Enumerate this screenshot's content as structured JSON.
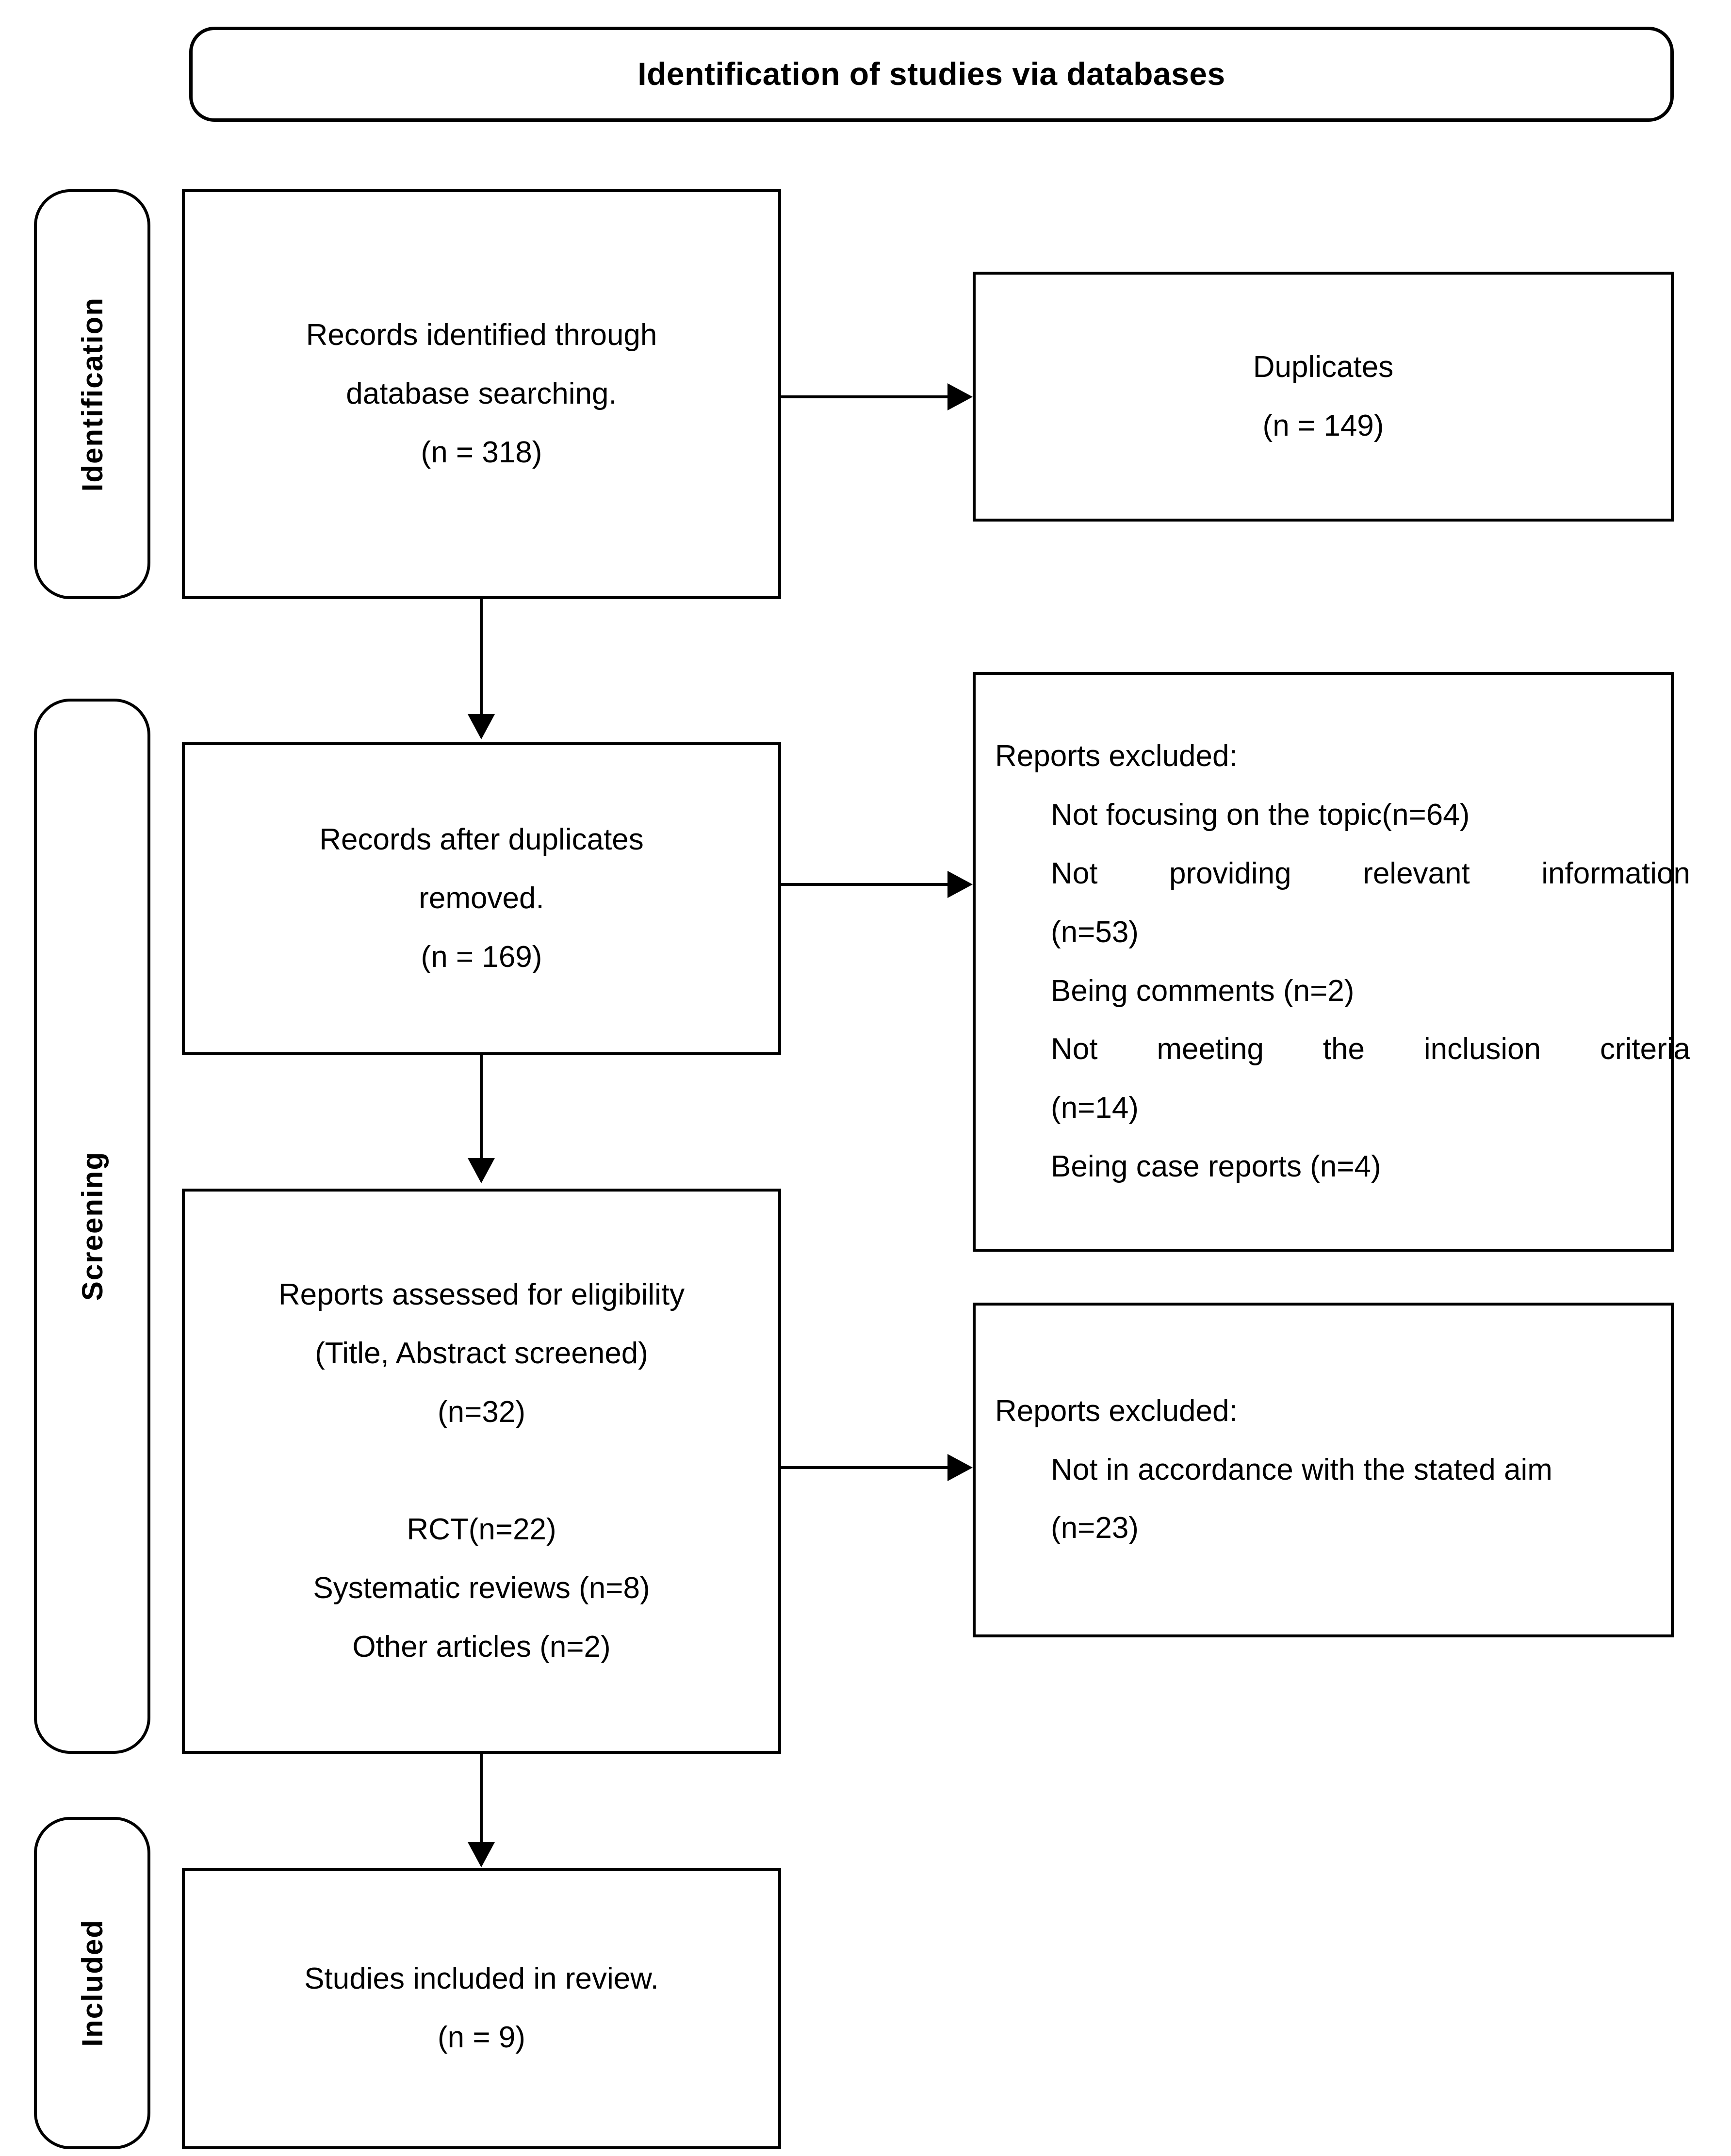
{
  "diagram": {
    "title": "Identification of studies via databases",
    "stage_labels": {
      "identification": "Identification",
      "screening": "Screening",
      "included": "Included"
    },
    "boxes": {
      "records_identified": {
        "line1": "Records identified through",
        "line2": "database searching.",
        "line3": "(n = 318)"
      },
      "duplicates": {
        "line1": "Duplicates",
        "line2": "(n = 149)"
      },
      "records_after_duplicates": {
        "line1": "Records after duplicates",
        "line2": "removed.",
        "line3": "(n = 169)"
      },
      "reports_excluded_screening": {
        "heading": "Reports excluded:",
        "reasons": [
          "Not focusing on the topic(n=64)",
          "Not providing relevant information",
          "(n=53)",
          "Being comments (n=2)",
          "Not meeting the inclusion criteria",
          "(n=14)",
          "Being case reports (n=4)"
        ]
      },
      "reports_assessed": {
        "line1": "Reports assessed for eligibility",
        "line2": "(Title, Abstract screened)",
        "line3": "(n=32)",
        "line4": "",
        "line5": "RCT(n=22)",
        "line6": "Systematic reviews (n=8)",
        "line7": "Other articles (n=2)"
      },
      "reports_excluded_eligibility": {
        "heading": "Reports excluded:",
        "reasons": [
          "Not in accordance with the stated aim",
          "(n=23)"
        ]
      },
      "studies_included": {
        "line1": "Studies included in review.",
        "line2": "(n = 9)"
      }
    },
    "colors": {
      "stroke": "#000000",
      "background": "#ffffff"
    }
  }
}
